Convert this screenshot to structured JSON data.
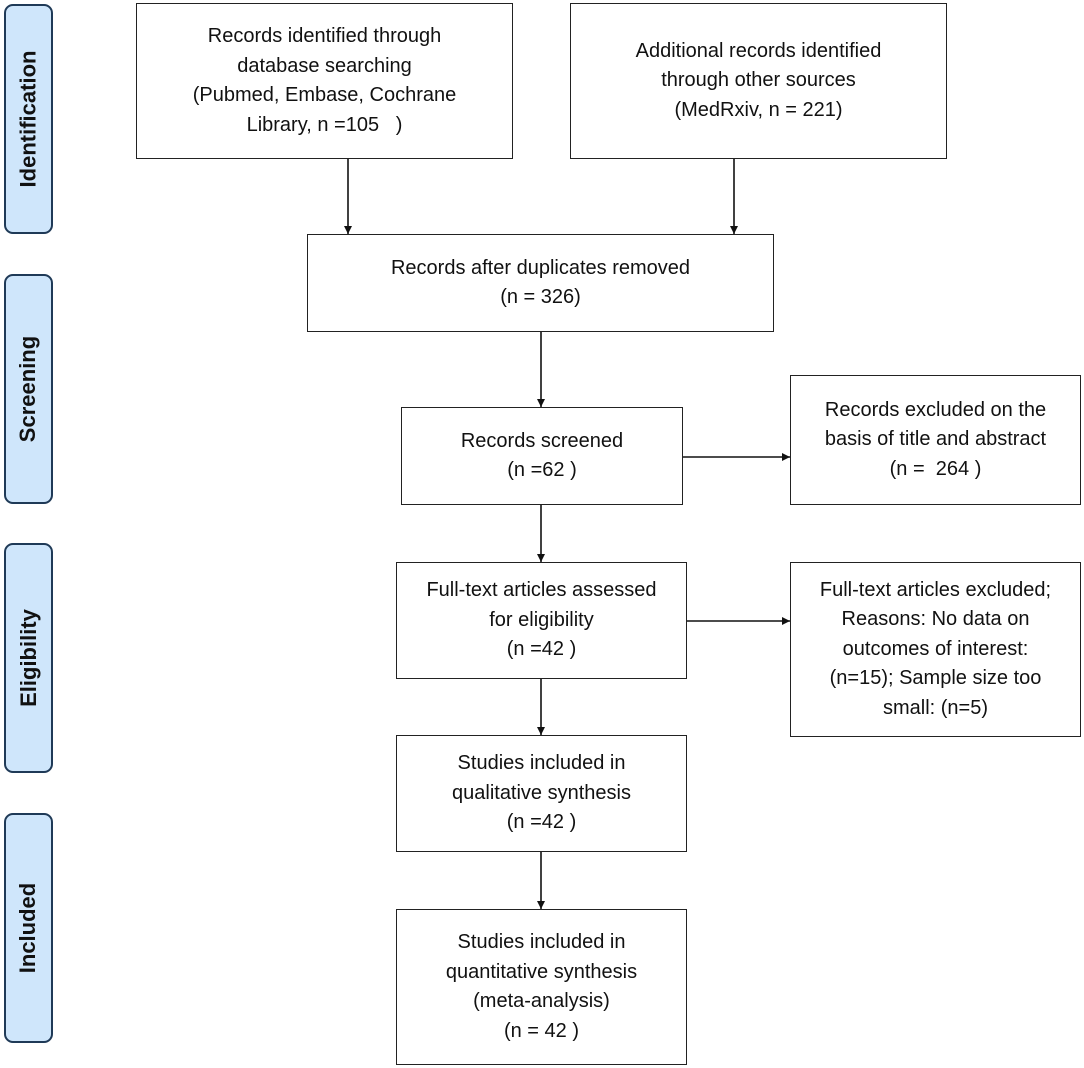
{
  "colors": {
    "stage_fill": "#cfe6fb",
    "stage_border": "#1f3a57",
    "box_border": "#222222",
    "text": "#111111"
  },
  "stages": [
    {
      "id": "identification",
      "label": "Identification"
    },
    {
      "id": "screening",
      "label": "Screening"
    },
    {
      "id": "eligibility",
      "label": "Eligibility"
    },
    {
      "id": "included",
      "label": "Included"
    }
  ],
  "boxes": {
    "database_records": [
      "Records identified through",
      "database searching",
      "(Pubmed, Embase, Cochrane",
      "Library, n =105   )"
    ],
    "other_sources": [
      "Additional records identified",
      "through other sources",
      "(MedRxiv, n = 221)"
    ],
    "after_duplicates": [
      "Records after duplicates removed",
      "(n = 326)"
    ],
    "screened": [
      "Records screened",
      "(n =62 )"
    ],
    "excluded_title_abstract": [
      "Records excluded on the",
      "basis of title and abstract",
      "(n =  264 )"
    ],
    "fulltext_assessed": [
      "Full-text articles assessed",
      "for eligibility",
      "(n =42 )"
    ],
    "fulltext_excluded": [
      "Full-text articles excluded;",
      "Reasons: No data on",
      "outcomes of interest:",
      "(n=15); Sample size too",
      "small: (n=5)"
    ],
    "qualitative": [
      "Studies included in",
      "qualitative synthesis",
      "(n =42 )"
    ],
    "quantitative": [
      "Studies included in",
      "quantitative synthesis",
      "(meta-analysis)",
      "(n = 42 )"
    ]
  }
}
